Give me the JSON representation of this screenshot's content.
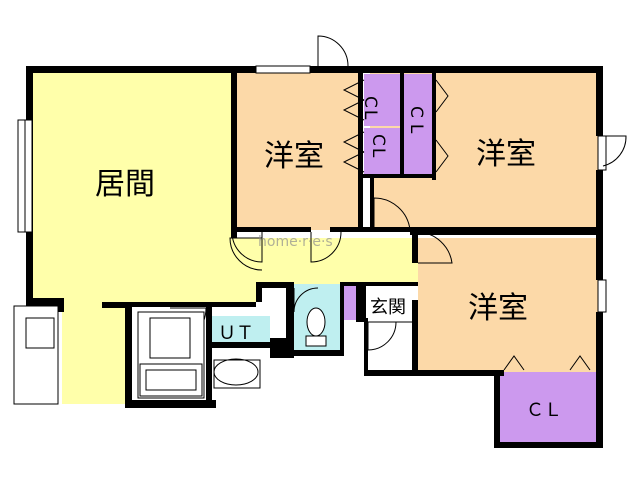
{
  "labels": {
    "living": "居間",
    "room_top_center": "洋室",
    "room_top_right": "洋室",
    "room_bottom_right": "洋室",
    "closet_upper": "CL",
    "closet_lower": "CL",
    "closet_tall": "CL",
    "closet_bottom": "ＣＬ",
    "utility": "ＵＴ",
    "entrance": "玄関"
  },
  "watermark": "home·r·e·s",
  "colors": {
    "wall": "#000000",
    "living_floor": "#ffffaa",
    "room_floor": "#fcd9a8",
    "closet": "#cc99ee",
    "wet_area": "#bfeff0",
    "entrance_floor": "#ffffff",
    "background": "#ffffff"
  }
}
